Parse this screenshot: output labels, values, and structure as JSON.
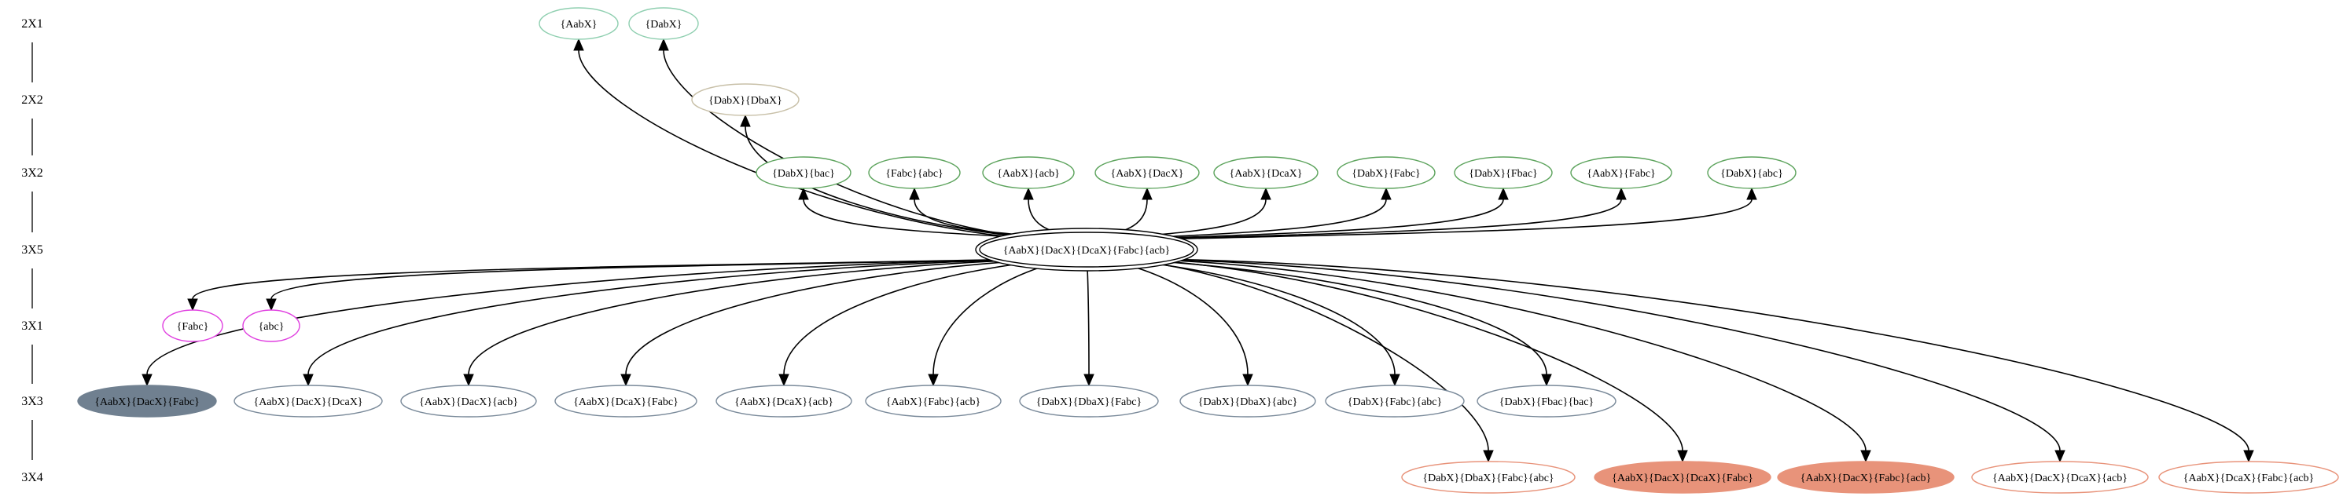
{
  "colors": {
    "green": "#5ca35c",
    "pink": "#e040e0",
    "salmon": "#e8937a",
    "mint": "#8fcfb0",
    "gray_outline": "#7a8a9a",
    "tan": "#c8c0a8",
    "steel_fill": "#708090"
  },
  "levels": [
    {
      "id": "L0",
      "label": "2X1"
    },
    {
      "id": "L1",
      "label": "2X2"
    },
    {
      "id": "L2",
      "label": "3X2"
    },
    {
      "id": "L3",
      "label": "3X5"
    },
    {
      "id": "L4",
      "label": "3X1"
    },
    {
      "id": "L5",
      "label": "3X3"
    },
    {
      "id": "L6",
      "label": "3X4"
    }
  ],
  "nodes": [
    {
      "id": "n_aab",
      "label": "{AabX}",
      "level": "L0",
      "style": "mint"
    },
    {
      "id": "n_dab",
      "label": "{DabX}",
      "level": "L0",
      "style": "mint"
    },
    {
      "id": "n_dabdba",
      "label": "{DabX}{DbaX}",
      "level": "L1",
      "style": "tan"
    },
    {
      "id": "g1",
      "label": "{DabX}{bac}",
      "level": "L2",
      "style": "green"
    },
    {
      "id": "g2",
      "label": "{Fabc}{abc}",
      "level": "L2",
      "style": "green"
    },
    {
      "id": "g3",
      "label": "{AabX}{acb}",
      "level": "L2",
      "style": "green"
    },
    {
      "id": "g4",
      "label": "{AabX}{DacX}",
      "level": "L2",
      "style": "green"
    },
    {
      "id": "g5",
      "label": "{AabX}{DcaX}",
      "level": "L2",
      "style": "green"
    },
    {
      "id": "g6",
      "label": "{DabX}{Fabc}",
      "level": "L2",
      "style": "green"
    },
    {
      "id": "g7",
      "label": "{DabX}{Fbac}",
      "level": "L2",
      "style": "green"
    },
    {
      "id": "g8",
      "label": "{AabX}{Fabc}",
      "level": "L2",
      "style": "green"
    },
    {
      "id": "g9",
      "label": "{DabX}{abc}",
      "level": "L2",
      "style": "green"
    },
    {
      "id": "center",
      "label": "{AabX}{DacX}{DcaX}{Fabc}{acb}",
      "level": "L3",
      "style": "double"
    },
    {
      "id": "p1",
      "label": "{Fabc}",
      "level": "L4",
      "style": "pink"
    },
    {
      "id": "p2",
      "label": "{abc}",
      "level": "L4",
      "style": "pink"
    },
    {
      "id": "s0",
      "label": "{AabX}{DacX}{Fabc}",
      "level": "L5",
      "style": "steel"
    },
    {
      "id": "s1",
      "label": "{AabX}{DacX}{DcaX}",
      "level": "L5",
      "style": "gray"
    },
    {
      "id": "s2",
      "label": "{AabX}{DacX}{acb}",
      "level": "L5",
      "style": "gray"
    },
    {
      "id": "s3",
      "label": "{AabX}{DcaX}{Fabc}",
      "level": "L5",
      "style": "gray"
    },
    {
      "id": "s4",
      "label": "{AabX}{DcaX}{acb}",
      "level": "L5",
      "style": "gray"
    },
    {
      "id": "s5",
      "label": "{AabX}{Fabc}{acb}",
      "level": "L5",
      "style": "gray"
    },
    {
      "id": "s6",
      "label": "{DabX}{DbaX}{Fabc}",
      "level": "L5",
      "style": "gray"
    },
    {
      "id": "s7",
      "label": "{DabX}{DbaX}{abc}",
      "level": "L5",
      "style": "gray"
    },
    {
      "id": "s8",
      "label": "{DabX}{Fabc}{abc}",
      "level": "L5",
      "style": "gray"
    },
    {
      "id": "s9",
      "label": "{DabX}{Fbac}{bac}",
      "level": "L5",
      "style": "gray"
    },
    {
      "id": "r0",
      "label": "{DabX}{DbaX}{Fabc}{abc}",
      "level": "L6",
      "style": "salmon"
    },
    {
      "id": "r1",
      "label": "{AabX}{DacX}{DcaX}{Fabc}",
      "level": "L6",
      "style": "salmon-fill"
    },
    {
      "id": "r2",
      "label": "{AabX}{DacX}{Fabc}{acb}",
      "level": "L6",
      "style": "salmon-fill"
    },
    {
      "id": "r3",
      "label": "{AabX}{DacX}{DcaX}{acb}",
      "level": "L6",
      "style": "salmon"
    },
    {
      "id": "r4",
      "label": "{AabX}{DcaX}{Fabc}{acb}",
      "level": "L6",
      "style": "salmon"
    }
  ],
  "edges": [
    {
      "from": "center",
      "to": "n_aab"
    },
    {
      "from": "center",
      "to": "n_dab"
    },
    {
      "from": "center",
      "to": "n_dabdba"
    },
    {
      "from": "center",
      "to": "g1"
    },
    {
      "from": "center",
      "to": "g2"
    },
    {
      "from": "center",
      "to": "g3"
    },
    {
      "from": "center",
      "to": "g4"
    },
    {
      "from": "center",
      "to": "g5"
    },
    {
      "from": "center",
      "to": "g6"
    },
    {
      "from": "center",
      "to": "g7"
    },
    {
      "from": "center",
      "to": "g8"
    },
    {
      "from": "center",
      "to": "g9"
    },
    {
      "from": "center",
      "to": "p1"
    },
    {
      "from": "center",
      "to": "p2"
    },
    {
      "from": "center",
      "to": "s0"
    },
    {
      "from": "center",
      "to": "s1"
    },
    {
      "from": "center",
      "to": "s2"
    },
    {
      "from": "center",
      "to": "s3"
    },
    {
      "from": "center",
      "to": "s4"
    },
    {
      "from": "center",
      "to": "s5"
    },
    {
      "from": "center",
      "to": "s6"
    },
    {
      "from": "center",
      "to": "s7"
    },
    {
      "from": "center",
      "to": "s8"
    },
    {
      "from": "center",
      "to": "s9"
    },
    {
      "from": "center",
      "to": "r0"
    },
    {
      "from": "center",
      "to": "r1"
    },
    {
      "from": "center",
      "to": "r2"
    },
    {
      "from": "center",
      "to": "r3"
    },
    {
      "from": "center",
      "to": "r4"
    }
  ]
}
